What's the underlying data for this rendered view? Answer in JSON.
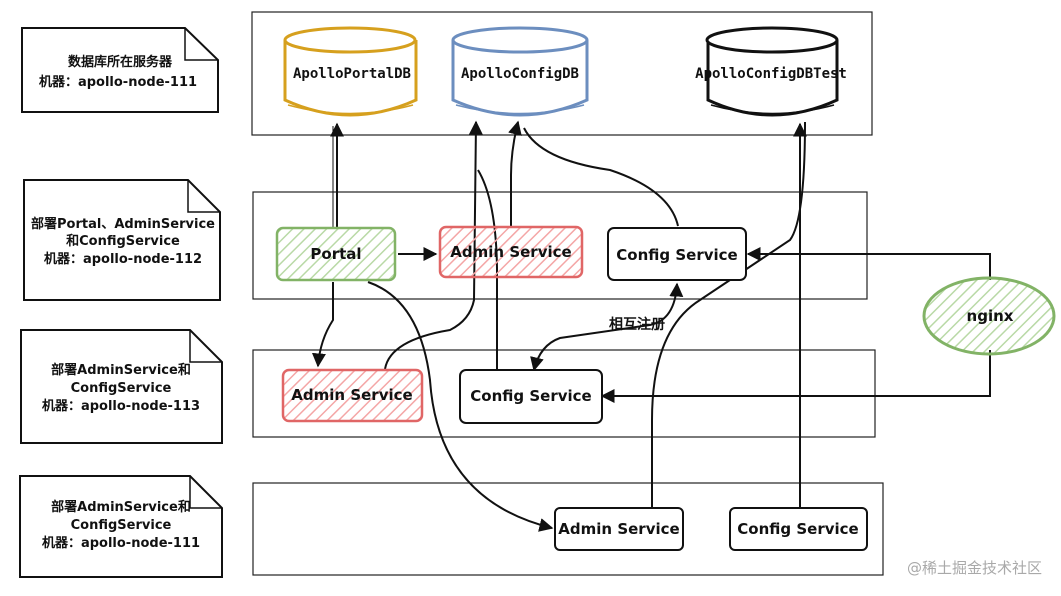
{
  "notes": {
    "db_server": {
      "line1": "数据库所在服务器",
      "line2": "机器：apollo-node-111"
    },
    "node112": {
      "line1": "部署Portal、AdminService",
      "line2": "和ConfigService",
      "line3": "机器：apollo-node-112"
    },
    "node113": {
      "line1": "部署AdminService和",
      "line2": "ConfigService",
      "line3": "机器：apollo-node-113"
    },
    "node111": {
      "line1": "部署AdminService和",
      "line2": "ConfigService",
      "line3": "机器：apollo-node-111"
    }
  },
  "databases": {
    "portal": "ApolloPortalDB",
    "config": "ApolloConfigDB",
    "config_test": "ApolloConfigDBTest"
  },
  "services": {
    "portal": "Portal",
    "admin_112": "Admin Service",
    "config_112": "Config Service",
    "admin_113": "Admin Service",
    "config_113": "Config Service",
    "admin_111": "Admin Service",
    "config_111": "Config Service"
  },
  "nginx": "nginx",
  "mutual_register": "相互注册",
  "watermark": "@稀土掘金技术社区",
  "colors": {
    "portal_db": "#d6a01e",
    "config_db": "#6c8ebf",
    "test_db": "#111111",
    "green": "#82b366",
    "red": "#e06666",
    "red_fill": "#f8cecc",
    "green_fill": "#d5e8d4"
  }
}
